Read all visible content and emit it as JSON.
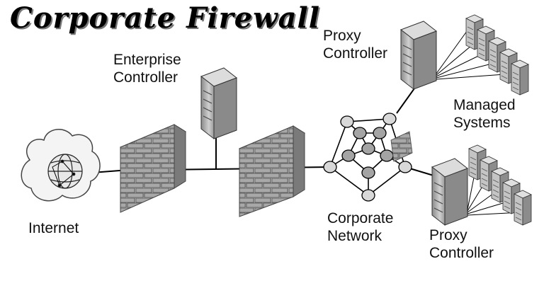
{
  "title": "Corporate Firewall",
  "labels": {
    "internet": "Internet",
    "enterprise_controller": [
      "Enterprise",
      "Controller"
    ],
    "proxy_controller_top": [
      "Proxy",
      "Controller"
    ],
    "managed_systems": [
      "Managed",
      "Systems"
    ],
    "corporate_network": [
      "Corporate",
      "Network"
    ],
    "proxy_controller_bottom": [
      "Proxy",
      "Controller"
    ]
  },
  "colors": {
    "brick": "#9a9a9a",
    "brick_side": "#6e6e6e",
    "server": "#b8b8b8",
    "node": "#c8c8c8",
    "node_dark": "#9c9c9c",
    "line": "#000000"
  },
  "icons": [
    "cloud-icon",
    "globe-icon",
    "firewall-icon",
    "server-icon",
    "server-stack-icon",
    "network-mesh-icon"
  ]
}
